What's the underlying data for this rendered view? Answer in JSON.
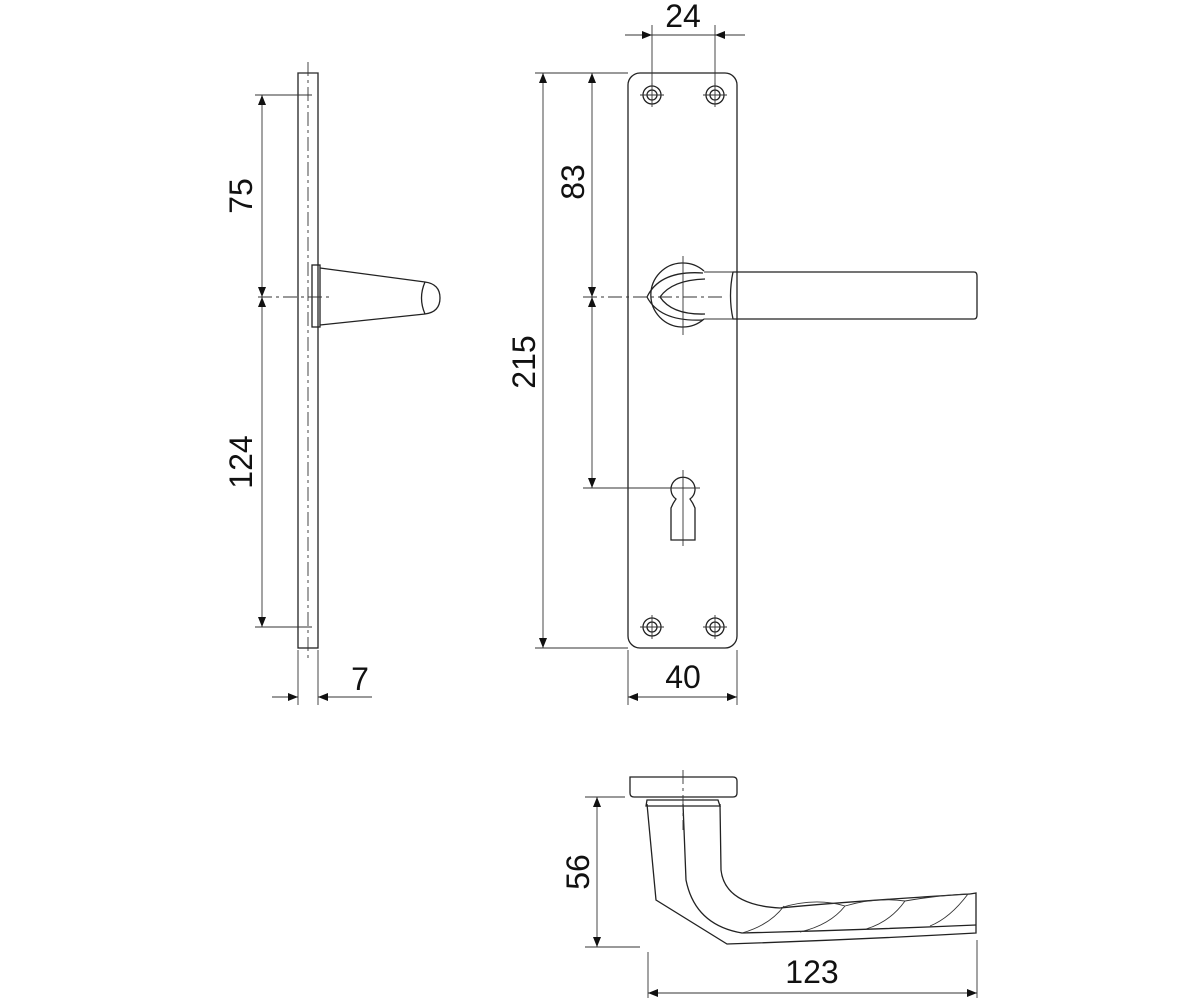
{
  "drawing": {
    "colors": {
      "line": "#222222",
      "background": "#ffffff"
    },
    "dimensions": {
      "top_to_spindle": "75",
      "spindle_to_bottom": "124",
      "plate_thickness": "7",
      "screw_spacing": "24",
      "plate_height": "215",
      "top_to_spindle_front": "83",
      "plate_width": "40",
      "handle_drop": "56",
      "handle_length": "123"
    }
  }
}
